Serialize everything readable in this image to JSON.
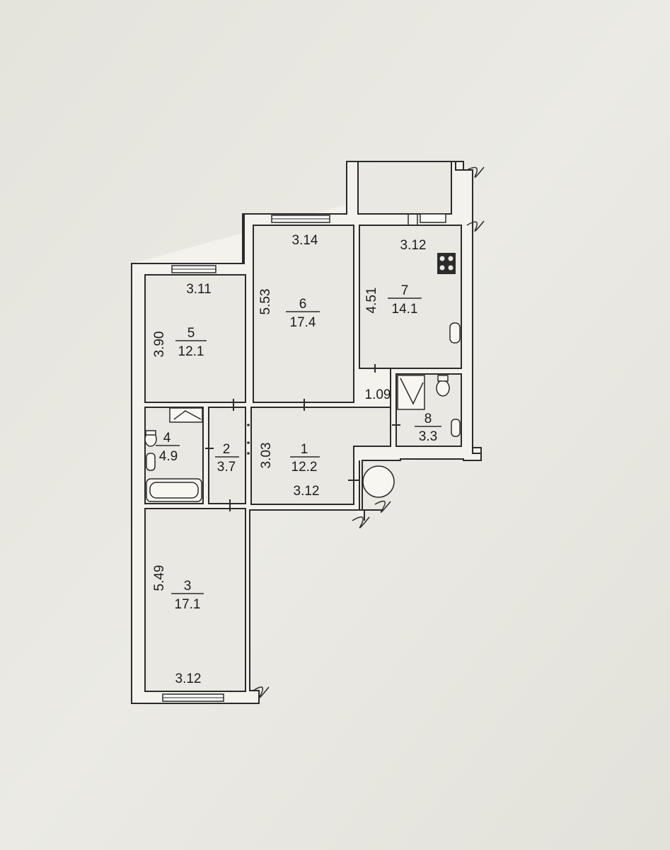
{
  "rooms": [
    {
      "id": "1",
      "number": "1",
      "area": "12.2"
    },
    {
      "id": "2",
      "number": "2",
      "area": "3.7"
    },
    {
      "id": "3",
      "number": "3",
      "area": "17.1"
    },
    {
      "id": "4",
      "number": "4",
      "area": "4.9"
    },
    {
      "id": "5",
      "number": "5",
      "area": "12.1"
    },
    {
      "id": "6",
      "number": "6",
      "area": "17.4"
    },
    {
      "id": "7",
      "number": "7",
      "area": "14.1"
    },
    {
      "id": "8",
      "number": "8",
      "area": "3.3"
    }
  ],
  "dimensions": {
    "room5_width": "3.11",
    "room5_depth": "3.90",
    "room6_width": "3.14",
    "room6_depth": "5.53",
    "room7_width": "3.12",
    "room7_depth": "4.51",
    "room8_width": "1.09",
    "room1_depth": "3.03",
    "room1_width": "3.12",
    "room3_depth": "5.49",
    "room3_width": "3.12"
  },
  "icons": [
    "stove-icon",
    "sink-icon",
    "toilet-icon",
    "bathtub-icon",
    "shower-icon",
    "chimney-icon",
    "window-icon",
    "door-icon"
  ]
}
